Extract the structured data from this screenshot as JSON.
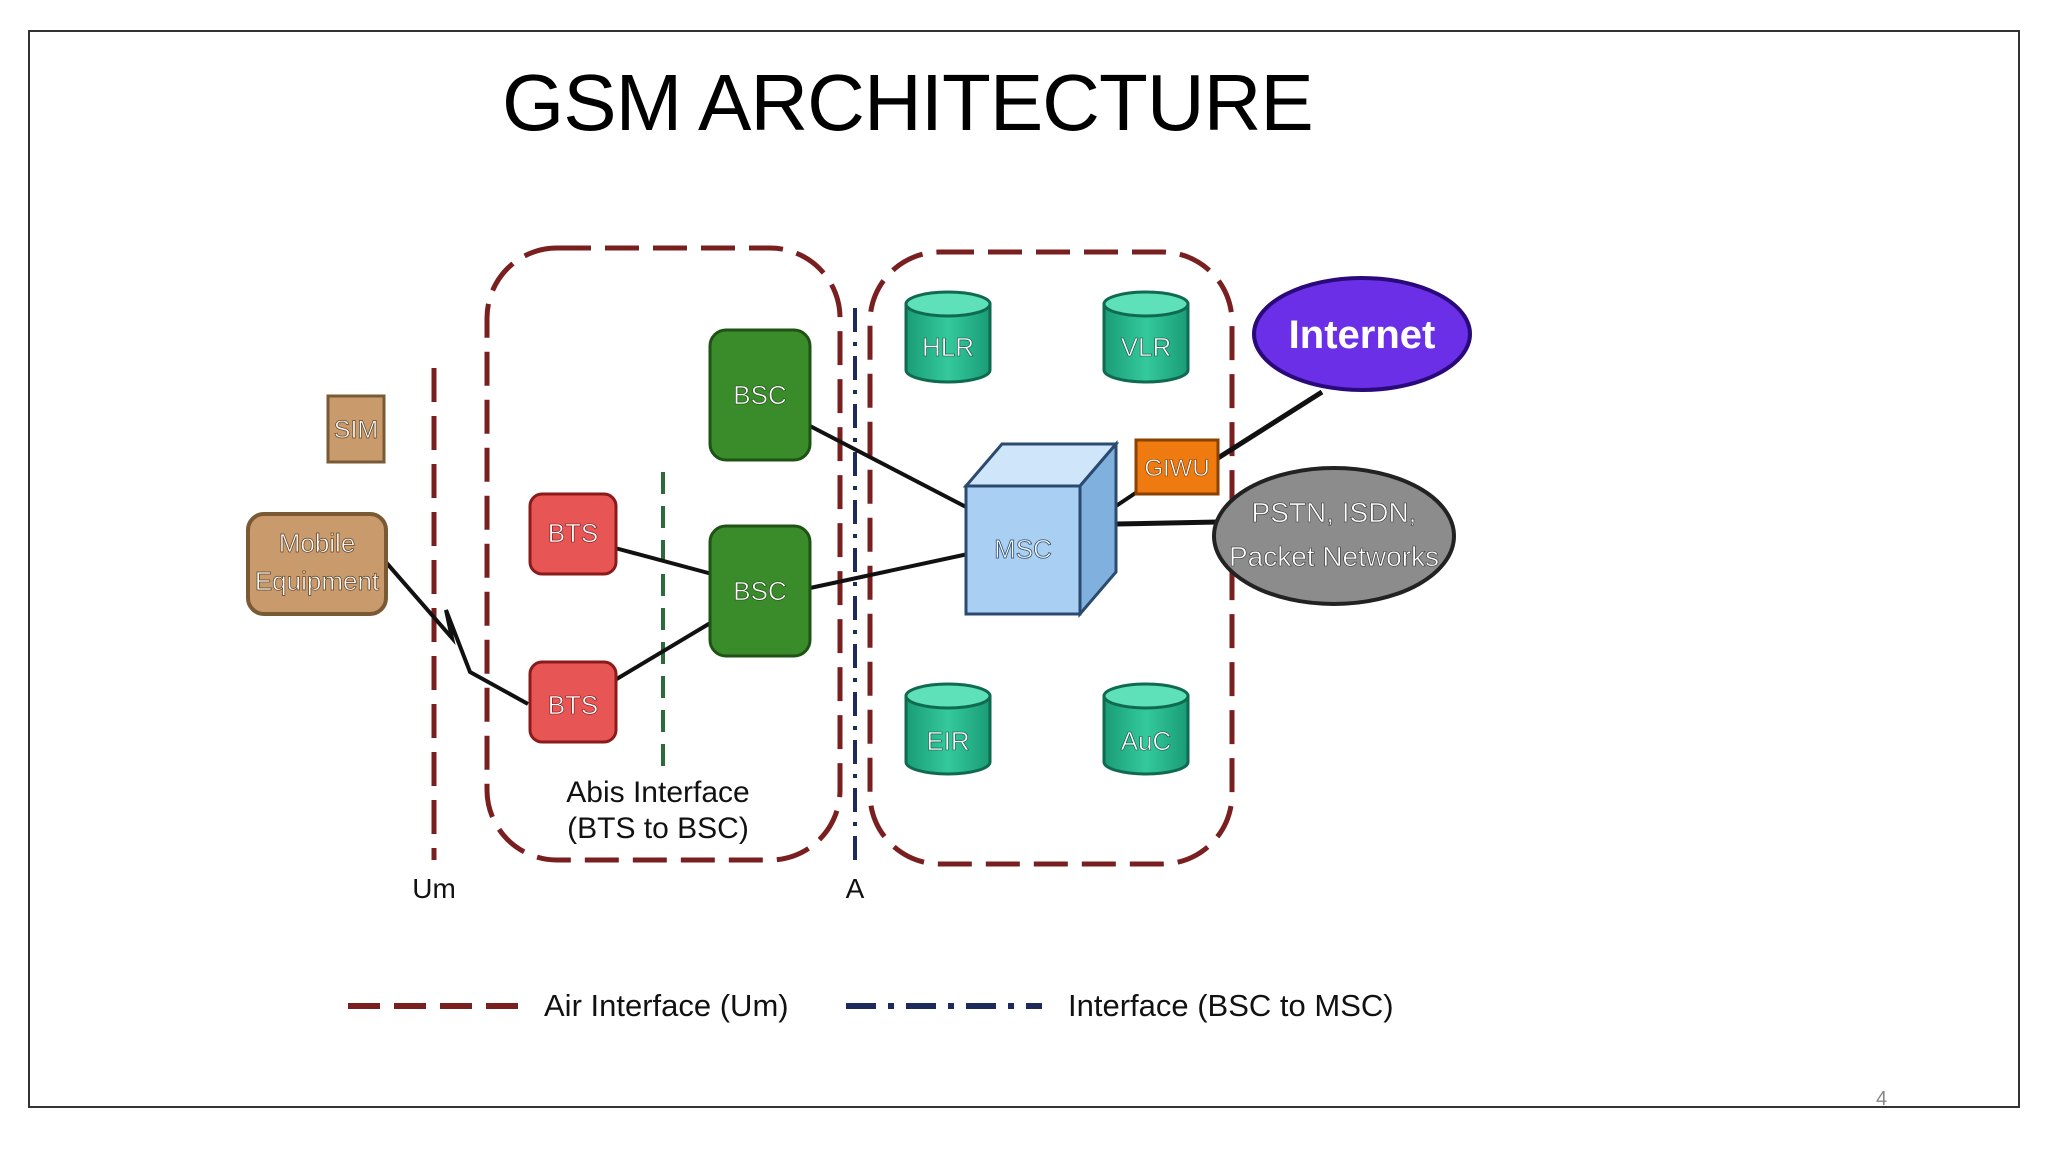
{
  "slide": {
    "title": "GSM ARCHITECTURE",
    "page_number": "4"
  },
  "diagram": {
    "nodes": {
      "sim": "SIM",
      "mobile_equipment": [
        "Mobile",
        "Equipment"
      ],
      "bts_top": "BTS",
      "bts_bottom": "BTS",
      "bsc_top": "BSC",
      "bsc_bottom": "BSC",
      "msc": "MSC",
      "hlr": "HLR",
      "vlr": "VLR",
      "eir": "EIR",
      "auc": "AuC",
      "giwu": "GIWU",
      "internet": "Internet",
      "pstn": [
        "PSTN, ISDN,",
        "Packet Networks"
      ]
    },
    "labels": {
      "abis": [
        "Abis Interface",
        "(BTS to BSC)"
      ],
      "um": "Um",
      "a": "A"
    },
    "legend": {
      "air_interface": "Air Interface (Um)",
      "bsc_msc_interface": "Interface (BSC to MSC)"
    },
    "colors": {
      "dashed_maroon": "#7a1f1f",
      "dashed_navy": "#1c2a5c",
      "abis_green": "#2e6b3a",
      "bts_red": "#e85555",
      "bsc_green": "#3a8c2a",
      "db_teal": "#22b38a",
      "msc_blue": "#a9d0f2",
      "giwu_orange": "#ee7a10",
      "internet_purple": "#6a2fe6",
      "pstn_gray": "#8c8c8c",
      "me_tan": "#c99a6b"
    }
  }
}
